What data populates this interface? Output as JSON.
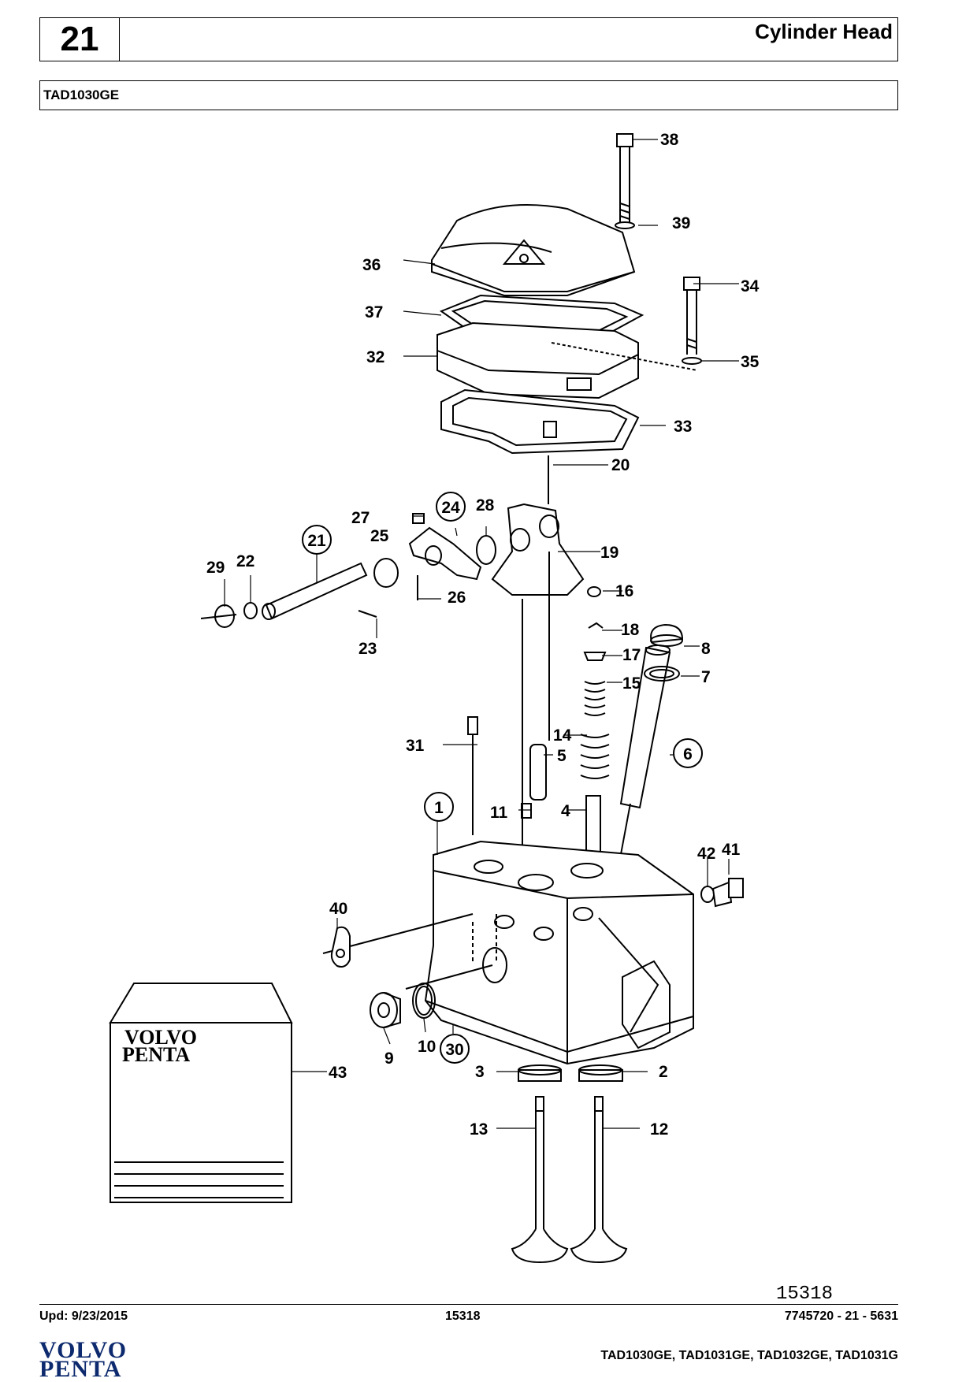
{
  "header": {
    "section_number": "21",
    "title": "Cylinder Head"
  },
  "model": "TAD1030GE",
  "diagram": {
    "reference_number": "15318",
    "callouts": [
      "1",
      "2",
      "3",
      "4",
      "5",
      "6",
      "7",
      "8",
      "9",
      "10",
      "11",
      "12",
      "13",
      "14",
      "15",
      "16",
      "17",
      "18",
      "19",
      "20",
      "21",
      "22",
      "23",
      "24",
      "25",
      "26",
      "27",
      "28",
      "29",
      "30",
      "31",
      "32",
      "33",
      "34",
      "35",
      "36",
      "37",
      "38",
      "39",
      "40",
      "41",
      "42",
      "43"
    ],
    "manual_logo": {
      "line1": "VOLVO",
      "line2": "PENTA"
    }
  },
  "footer": {
    "updated": "Upd: 9/23/2015",
    "figure": "15318",
    "page_code": "7745720 - 21 - 5631",
    "models": "TAD1030GE, TAD1031GE, TAD1032GE, TAD1031G"
  },
  "logo": {
    "line1": "VOLVO",
    "line2": "PENTA"
  }
}
